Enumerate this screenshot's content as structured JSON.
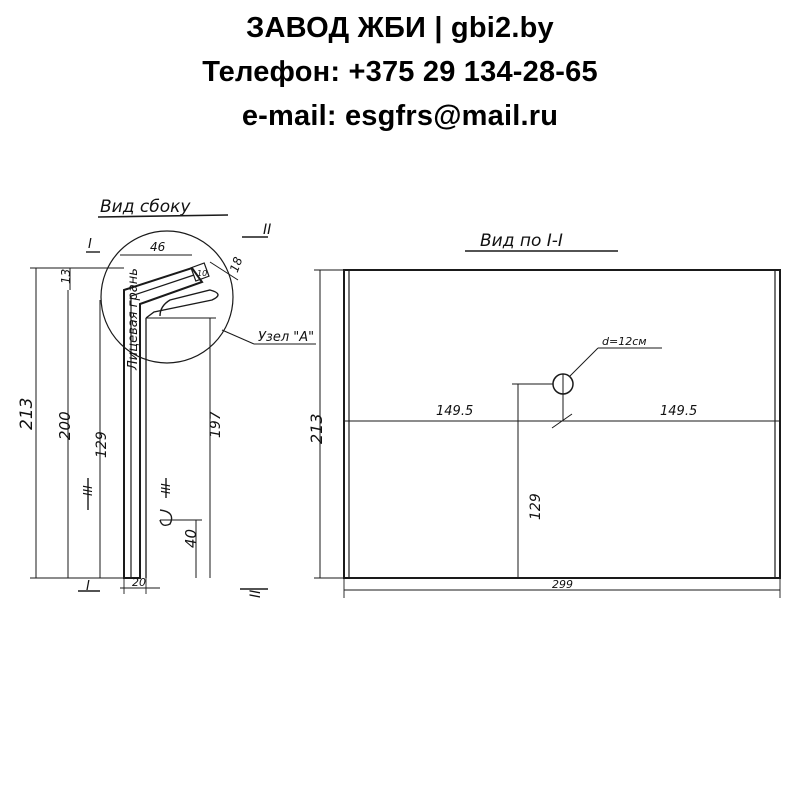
{
  "header": {
    "company": "ЗАВОД ЖБИ | gbi2.by",
    "phone": "Телефон: +375 29 134-28-65",
    "email": "e-mail: esgfrs@mail.ru"
  },
  "side_view": {
    "title": "Вид сбоку",
    "section_I": "I",
    "section_II": "II",
    "section_III": "III",
    "face_label": "Лицевая грань",
    "node_label": "Узел \"А\"",
    "dims": {
      "top_width": "46",
      "thickness_top": "18",
      "offset_13": "13",
      "height_213": "213",
      "height_200": "200",
      "height_129": "129",
      "height_197": "197",
      "height_40": "40",
      "bottom_width": "20",
      "node_dim": "10"
    }
  },
  "front_view": {
    "title": "Вид по I-I",
    "hole_label": "d=12см",
    "dims": {
      "left_span": "149.5",
      "right_span": "149.5",
      "height_213": "213",
      "height_129": "129",
      "total_width": "299"
    }
  }
}
